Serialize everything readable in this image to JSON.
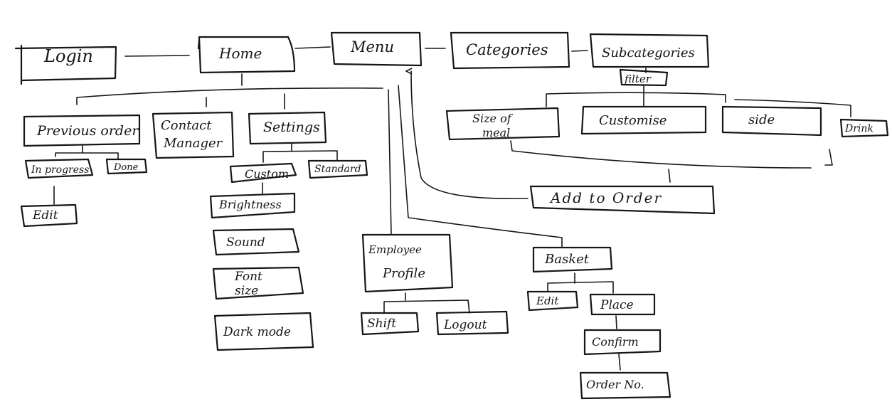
{
  "nodes": {
    "login": "Login",
    "home": "Home",
    "menu": "Menu",
    "categories": "Categories",
    "subcategories": "Subcategories",
    "filter": "filter",
    "previous_order": "Previous order",
    "contact_manager_1": "Contact",
    "contact_manager_2": "Manager",
    "settings": "Settings",
    "in_progress": "In progress",
    "done": "Done",
    "edit_order": "Edit",
    "custom": "Custom",
    "standard": "Standard",
    "brightness": "Brightness",
    "sound": "Sound",
    "font_size_1": "Font",
    "font_size_2": "size",
    "dark_mode": "Dark mode",
    "size_of_meal_1": "Size of",
    "size_of_meal_2": "meal",
    "customise": "Customise",
    "side": "side",
    "drink": "Drink",
    "add_to_order": "Add to Order",
    "employee_profile_1": "Employee",
    "employee_profile_2": "Profile",
    "shift": "Shift",
    "logout": "Logout",
    "basket": "Basket",
    "edit_basket": "Edit",
    "place": "Place",
    "confirm": "Confirm",
    "order_no": "Order No."
  }
}
